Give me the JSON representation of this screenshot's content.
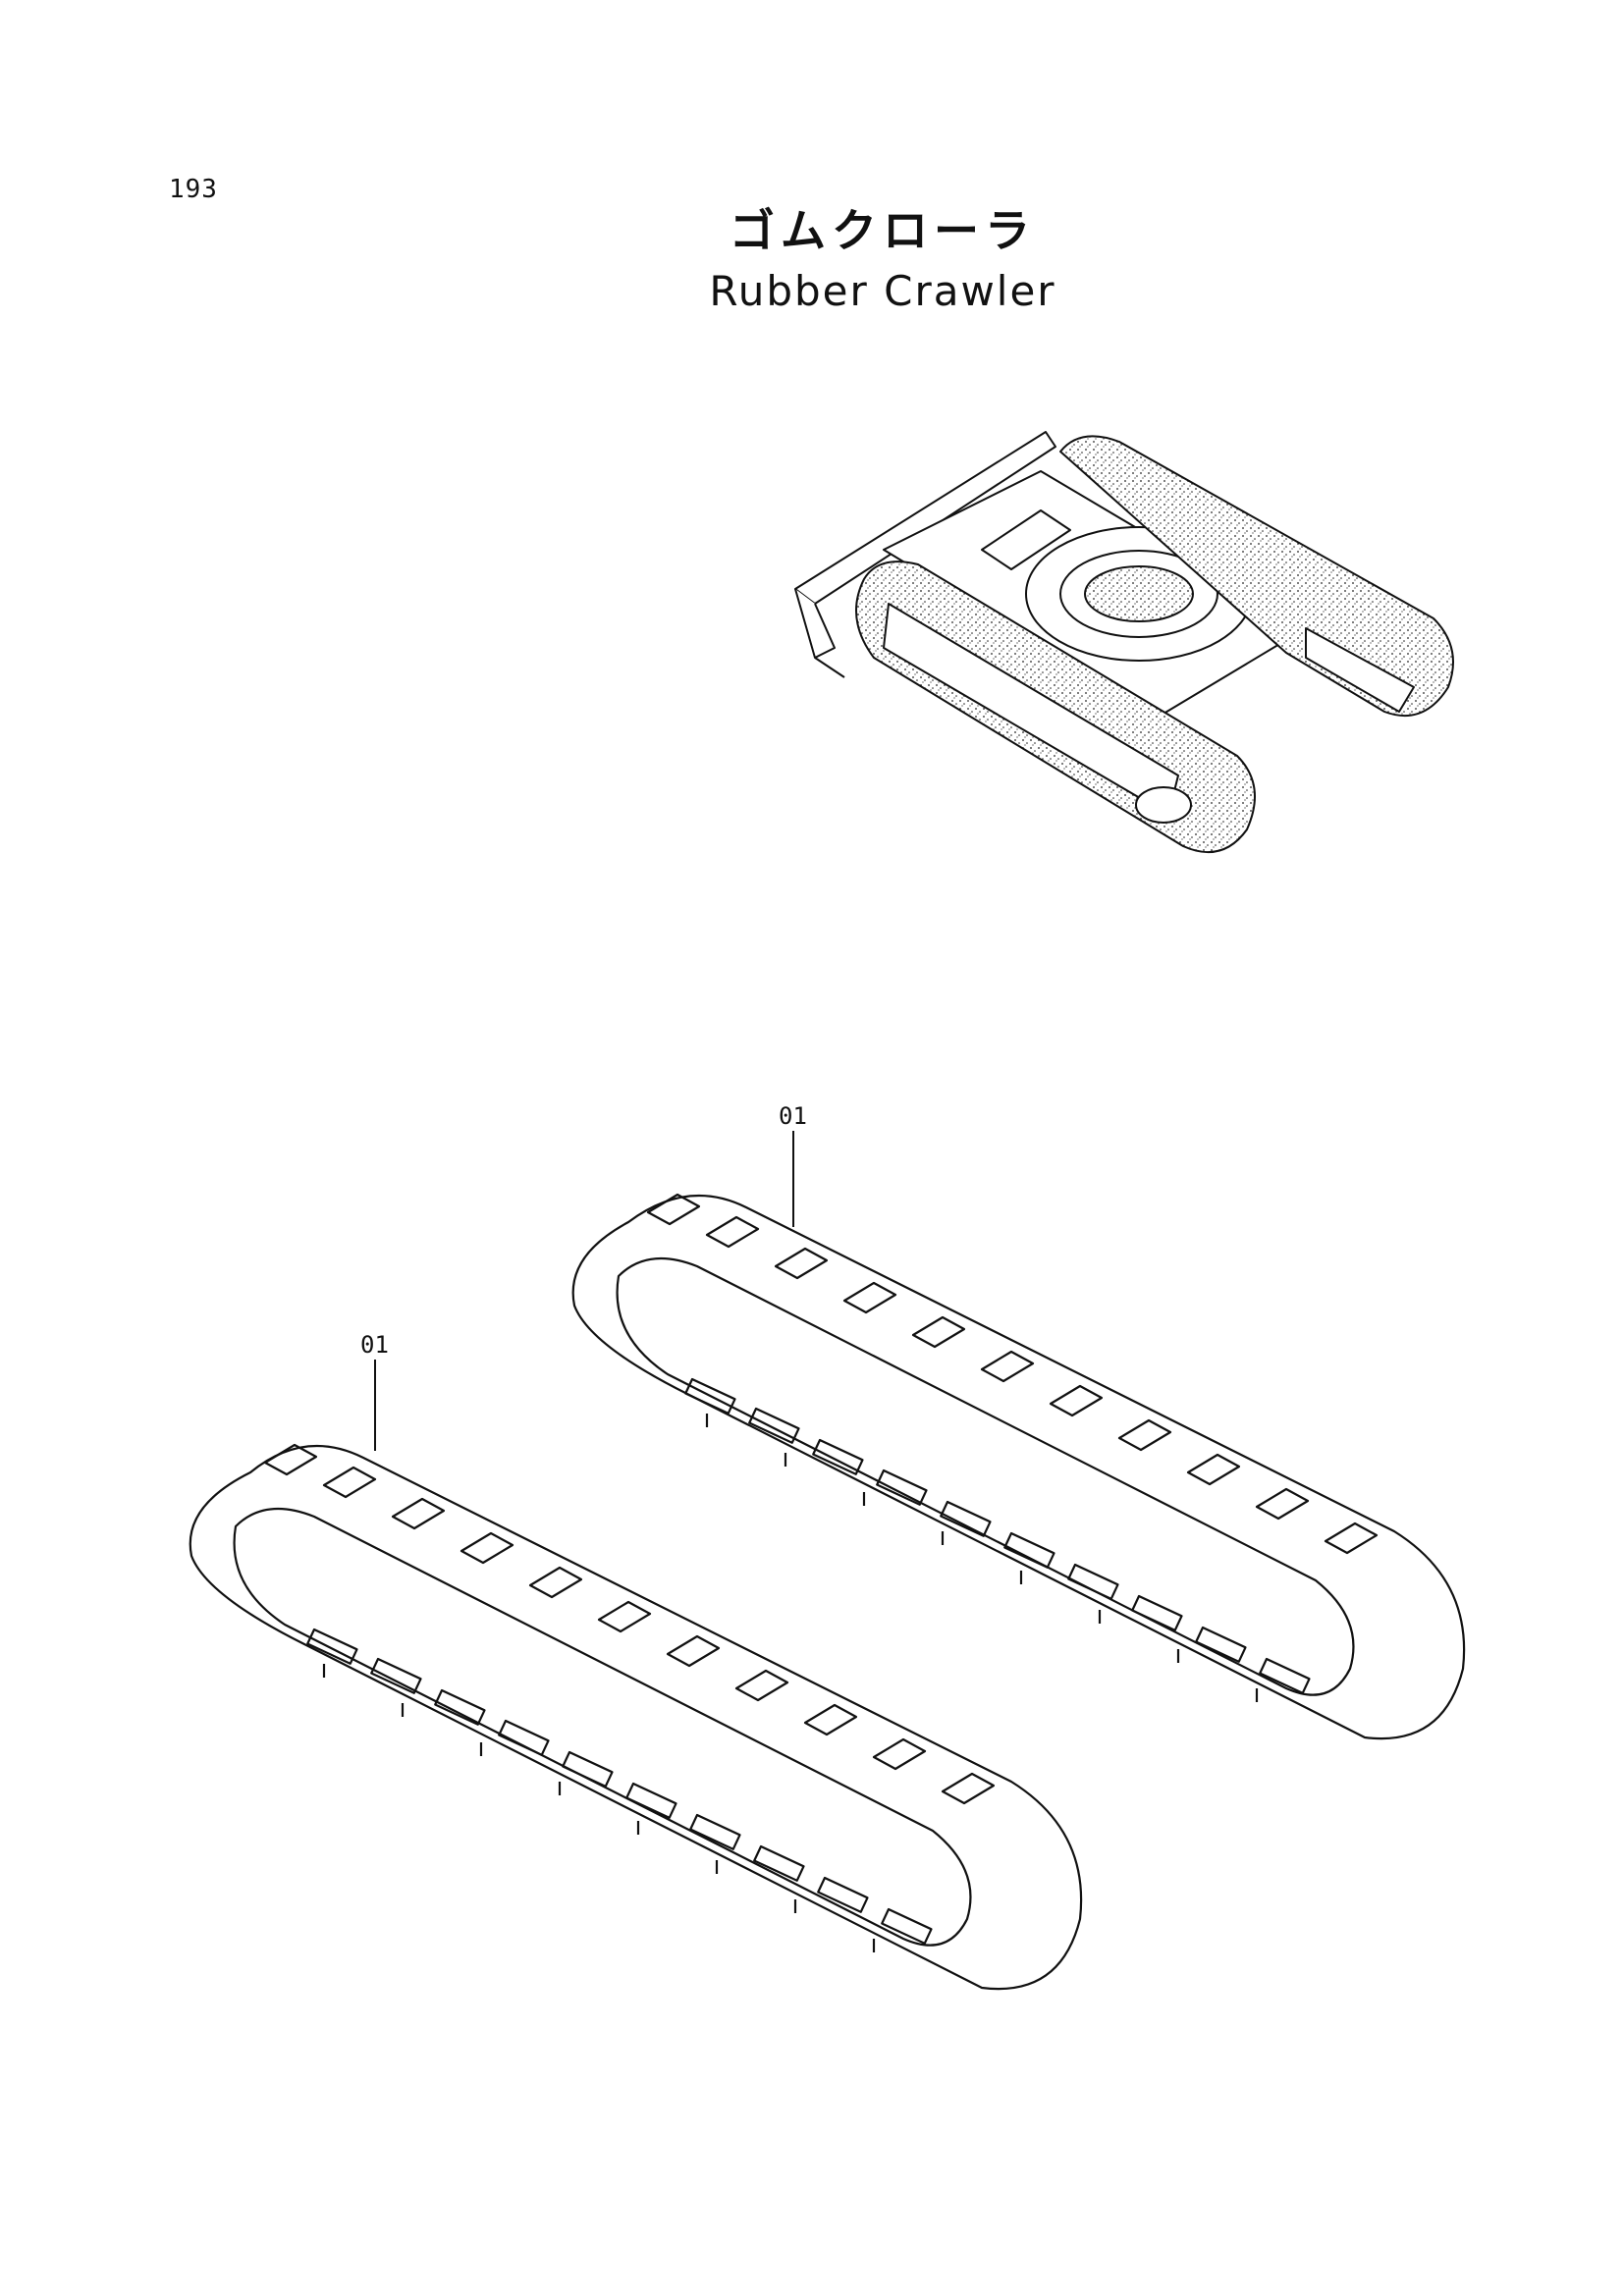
{
  "page": {
    "number": "193",
    "title_jp": "ゴムクローラ",
    "title_en": "Rubber Crawler"
  },
  "callouts": [
    {
      "label": "01"
    },
    {
      "label": "01"
    }
  ],
  "colors": {
    "ink": "#111111",
    "paper": "#ffffff"
  }
}
